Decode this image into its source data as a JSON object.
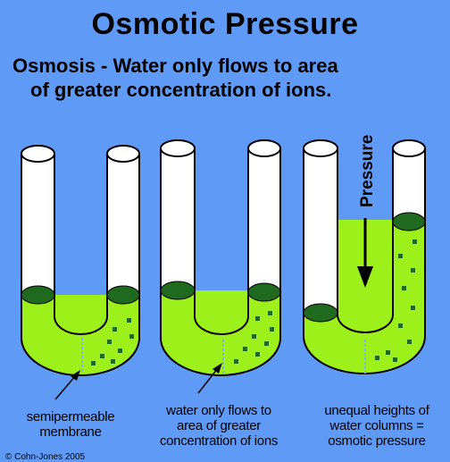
{
  "title": "Osmotic Pressure",
  "subtitle": {
    "line1": "Osmosis - Water only flows to area",
    "line2": "of greater concentration of ions."
  },
  "pressure_label": "Pressure",
  "captions": [
    {
      "line1": "semipermeable",
      "line2": "membrane"
    },
    {
      "line1": "water only flows to",
      "line2": "area of greater",
      "line3": "concentration of ions"
    },
    {
      "line1": "unequal heights of",
      "line2": "water columns =",
      "line3": "osmotic pressure"
    }
  ],
  "copyright": "© Cohn-Jones 2005",
  "colors": {
    "background": "#5f9bf6",
    "liquid": "#9ef01a",
    "meniscus": "#1f6a1f",
    "tube": "#ffffff",
    "membrane": "#7fb8d6"
  }
}
